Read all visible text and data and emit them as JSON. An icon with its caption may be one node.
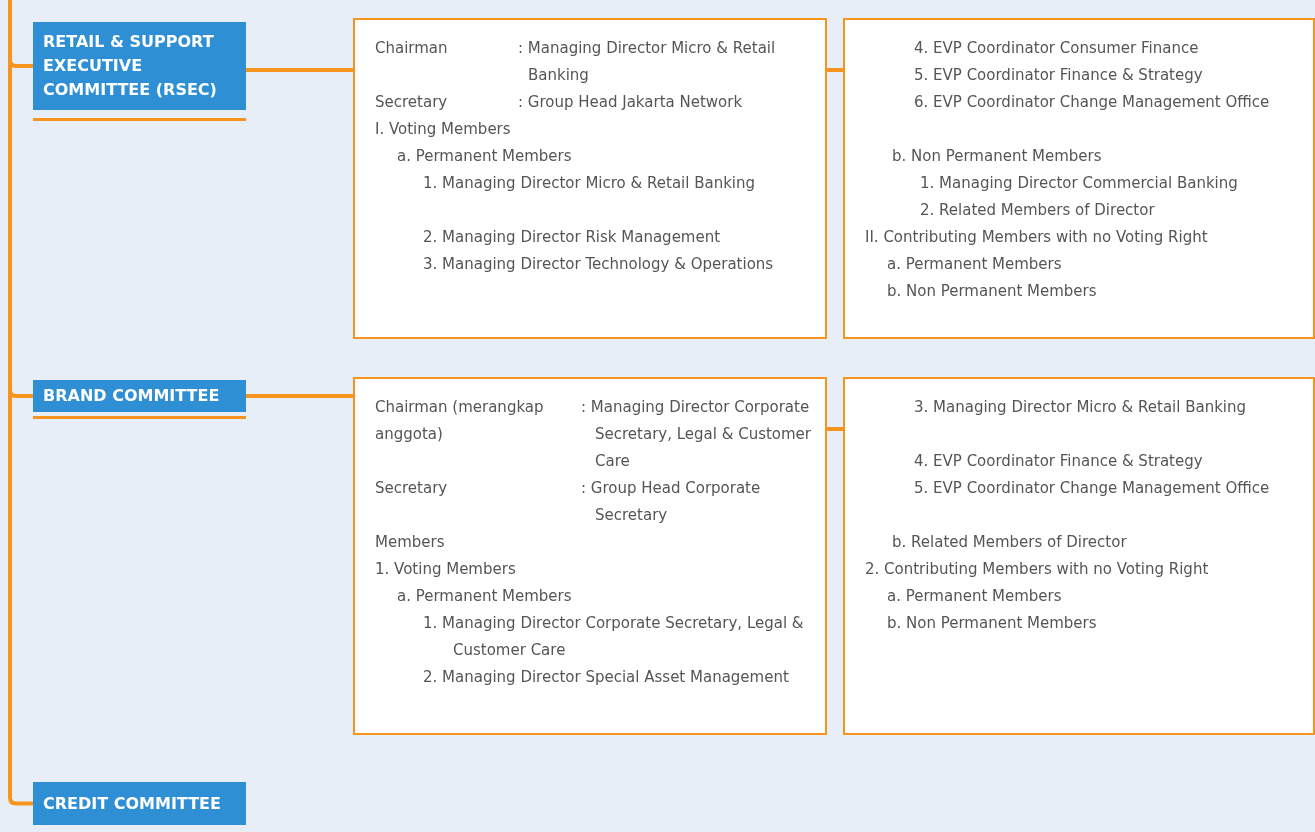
{
  "diagram": {
    "nodes": [
      {
        "text": [
          "RETAIL & SUPPORT EXECUTIVE COMMITTEE (RSEC)"
        ]
      },
      {
        "text": [
          "Chairman",
          ": Managing Director Micro & Retail Banking",
          "Secretary",
          ": Group Head Jakarta Network",
          "I. Voting Members",
          "a. Permanent Members",
          "1. Managing Director Micro & Retail Banking",
          "2. Managing Director Risk Management",
          "3. Managing Director Technology & Operations"
        ]
      },
      {
        "text": [
          "4. EVP Coordinator Consumer Finance",
          "5. EVP Coordinator Finance & Strategy",
          "6. EVP Coordinator Change Management Office",
          "b. Non Permanent Members",
          "1. Managing Director Commercial Banking",
          "2. Related Members of Director",
          "II. Contributing Members with no Voting Right",
          "a. Permanent Members",
          "b. Non Permanent Members"
        ]
      },
      {
        "text": [
          "BRAND COMMITTEE"
        ]
      },
      {
        "text": [
          "Chairman (merangkap anggota)",
          ": Managing Director Corporate Secretary, Legal & Customer Care",
          "Secretary",
          ": Group Head Corporate Secretary",
          "Members",
          "1. Voting Members",
          "a. Permanent Members",
          "1. Managing Director Corporate Secretary, Legal & Customer Care",
          "2. Managing Director Special Asset Management"
        ]
      },
      {
        "text": [
          "3. Managing Director Micro & Retail Banking",
          "4. EVP Coordinator Finance & Strategy",
          "5. EVP Coordinator Change Management Office",
          "b. Related Members of Director",
          "2. Contributing Members with no Voting Right",
          "a. Permanent Members",
          "b. Non Permanent Members"
        ]
      },
      {
        "text": [
          "CREDIT COMMITTEE"
        ]
      }
    ],
    "edges": [
      {
        "from": null,
        "to": 0,
        "arrow": "none"
      },
      {
        "from": null,
        "to": 3,
        "arrow": "none"
      },
      {
        "from": null,
        "to": 6,
        "arrow": "none"
      },
      {
        "from": 0,
        "to": 1,
        "arrow": "none"
      },
      {
        "from": 1,
        "to": 2,
        "arrow": "none"
      },
      {
        "from": 3,
        "to": 4,
        "arrow": "none"
      },
      {
        "from": 4,
        "to": 5,
        "arrow": "none"
      }
    ]
  }
}
